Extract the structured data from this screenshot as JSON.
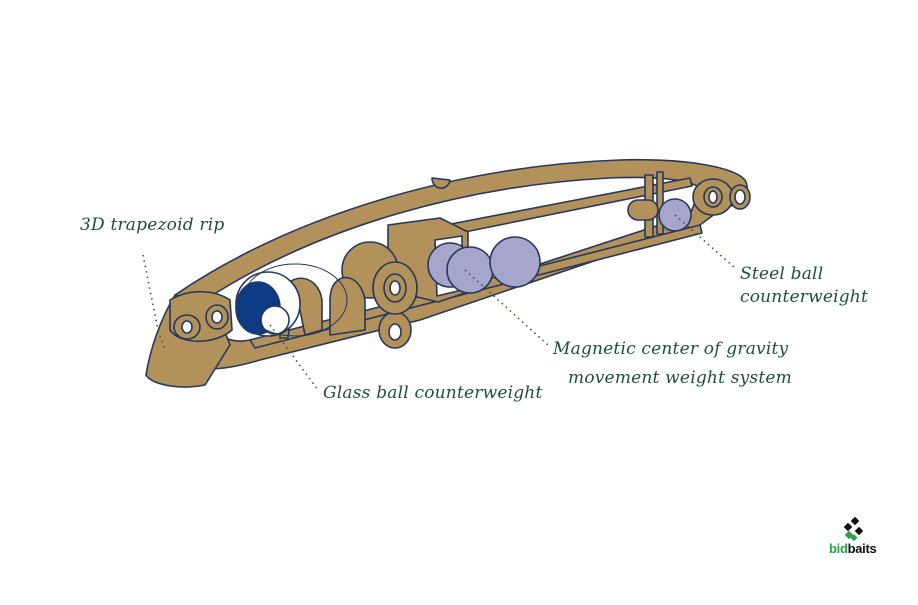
{
  "diagram": {
    "labels": {
      "trapezoid": "3D trapezoid rip",
      "glass_ball": "Glass ball counterweight",
      "magnetic_line1": "Magnetic center of gravity",
      "magnetic_line2": "movement weight system",
      "steel_line1": "Steel ball",
      "steel_line2": "counterweight"
    },
    "logo": {
      "part1": "bid",
      "part2": "baits",
      "color1": "#2e9e4a",
      "color2": "#111111"
    },
    "colors": {
      "body": "#B2915A",
      "outline": "#27385a",
      "ball": "#A6A6CC",
      "glass": "#0B3A86",
      "label": "#1f4f3c"
    }
  }
}
